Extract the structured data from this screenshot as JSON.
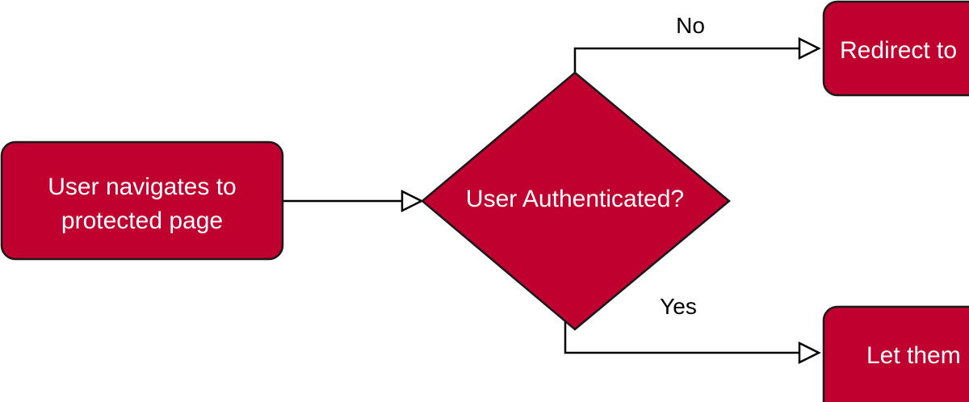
{
  "colors": {
    "node_fill": "#c0002f",
    "node_stroke": "#1a1a1a",
    "edge_stroke": "#000000",
    "text_light": "#ffffff",
    "text_dark": "#000000",
    "background": "#ffffff"
  },
  "nodes": {
    "start": {
      "shape": "rounded-rectangle",
      "line1": "User navigates to",
      "line2": "protected page"
    },
    "decision": {
      "shape": "diamond",
      "label": "User Authenticated?"
    },
    "redirect": {
      "shape": "rounded-rectangle",
      "label": "Redirect to"
    },
    "allow": {
      "shape": "rounded-rectangle",
      "label": "Let them"
    }
  },
  "edges": {
    "no": {
      "label": "No",
      "from": "decision",
      "to": "redirect"
    },
    "yes": {
      "label": "Yes",
      "from": "decision",
      "to": "allow"
    },
    "start_to_decision": {
      "from": "start",
      "to": "decision"
    }
  }
}
